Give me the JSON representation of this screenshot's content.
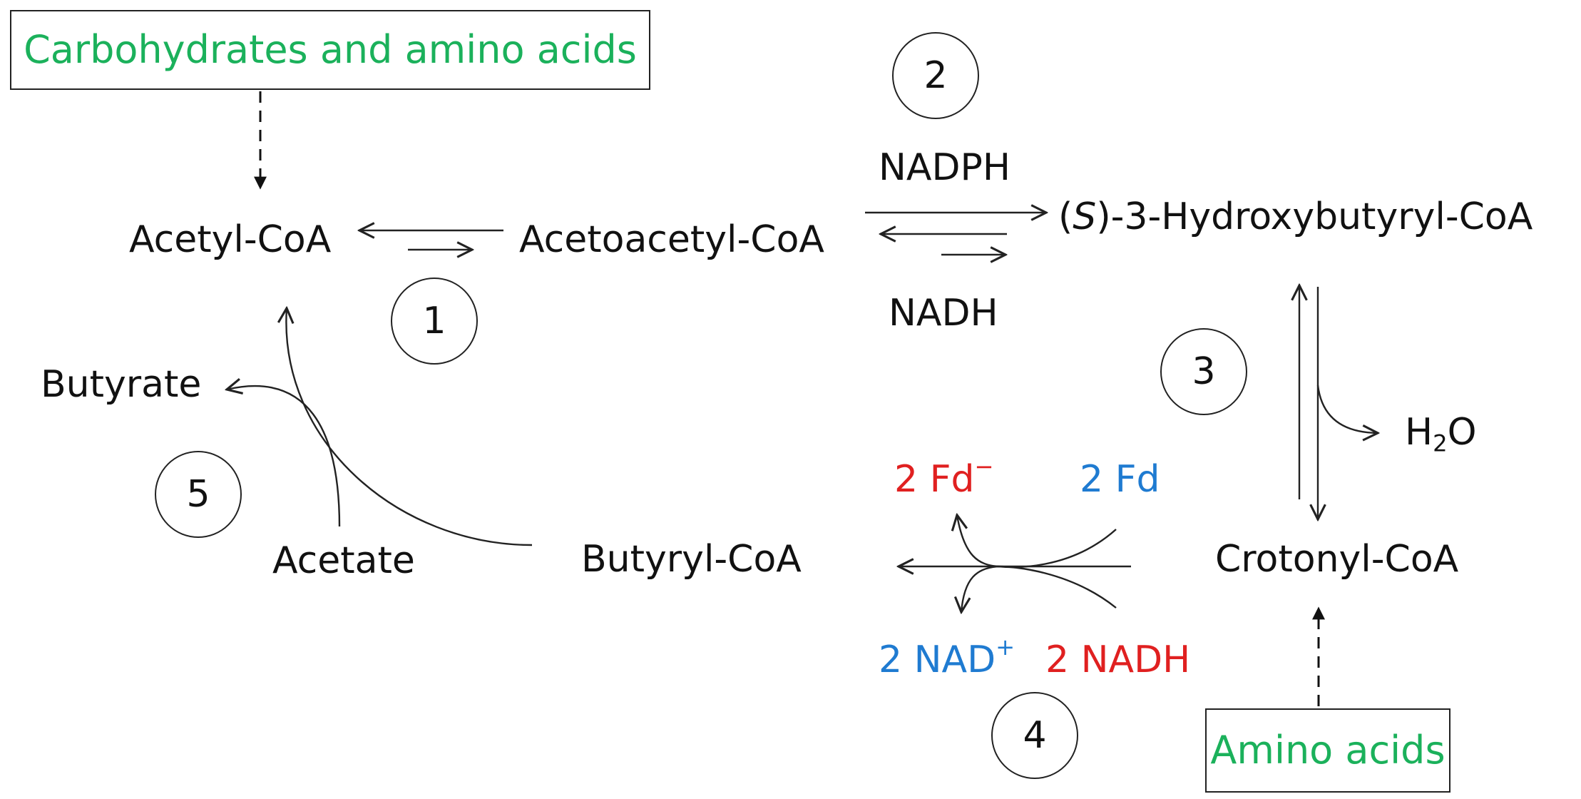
{
  "colors": {
    "ink": "#111111",
    "reduced": "#e02020",
    "oxidized": "#1f7bd1",
    "source": "#1bb15b"
  },
  "sources": {
    "carbohydrates_amino_acids": "Carbohydrates and amino acids",
    "amino_acids": "Amino acids"
  },
  "metabolites": {
    "acetyl_coa": "Acetyl-CoA",
    "acetoacetyl_coa": "Acetoacetyl-CoA",
    "hydroxybutyryl_prefix_open": "(",
    "hydroxybutyryl_stereo": "S",
    "hydroxybutyryl_rest": ")-3-Hydroxybutyryl-CoA",
    "crotonyl_coa": "Crotonyl-CoA",
    "butyryl_coa": "Butyryl-CoA",
    "butyrate": "Butyrate",
    "acetate": "Acetate"
  },
  "cofactors": {
    "nadph": "NADPH",
    "nadh": "NADH",
    "water_h": "H",
    "water_sub": "2",
    "water_o": "O",
    "fd_reduced": "2 Fd",
    "fd_reduced_charge": "−",
    "fd_oxidized": "2 Fd",
    "nad_oxidized": "2 NAD",
    "nad_oxidized_charge": "+",
    "nadh_reduced": "2 NADH"
  },
  "steps": [
    "1",
    "2",
    "3",
    "4",
    "5"
  ]
}
